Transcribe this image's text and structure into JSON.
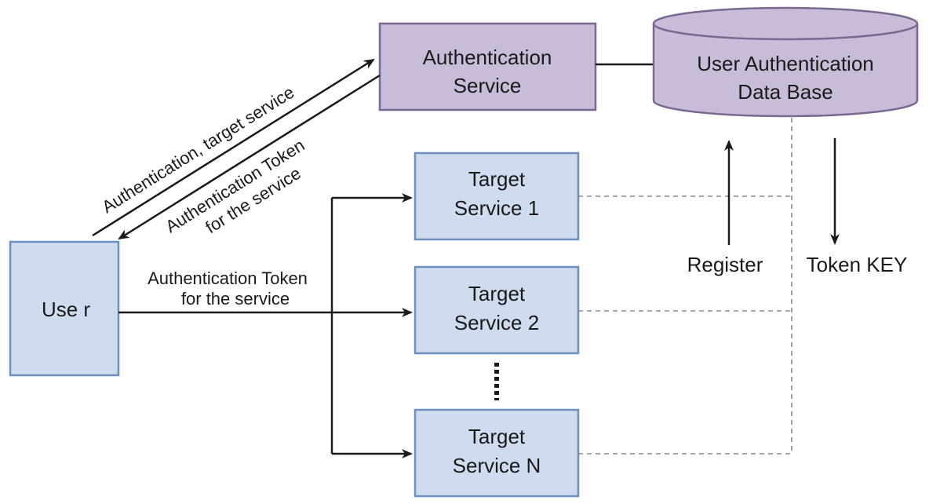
{
  "colors": {
    "auth_fill": "#c9bcd8",
    "auth_stroke": "#7a6792",
    "target_fill": "#cfdcef",
    "target_stroke": "#6d8fbf",
    "line": "#1a1a1a",
    "dashed": "#8c8c8c"
  },
  "nodes": {
    "auth_service": {
      "line1": "Authentication",
      "line2": "Service"
    },
    "database": {
      "line1": "User Authentication",
      "line2": "Data Base"
    },
    "user": {
      "label": "Use r"
    },
    "target1": {
      "line1": "Target",
      "line2": "Service 1"
    },
    "target2": {
      "line1": "Target",
      "line2": "Service 2"
    },
    "targetN": {
      "line1": "Target",
      "line2": "Service N"
    }
  },
  "edges": {
    "request": "Authentication, target service",
    "response_line1": "Authentication Token",
    "response_line2": "for the service",
    "token_line1": "Authentication Token",
    "token_line2": "for the service",
    "register": "Register",
    "token_key": "Token KEY"
  }
}
